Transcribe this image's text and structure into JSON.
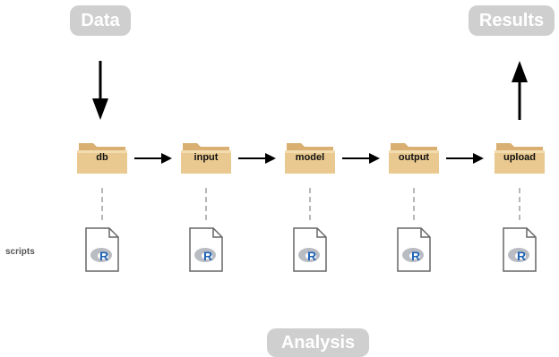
{
  "sources": {
    "data_label": "Data",
    "results_label": "Results"
  },
  "analysis_label": "Analysis",
  "scripts_label": "scripts",
  "folders": [
    {
      "label": "db"
    },
    {
      "label": "input"
    },
    {
      "label": "model"
    },
    {
      "label": "output"
    },
    {
      "label": "upload"
    }
  ],
  "script_icon_letter": "R",
  "colors": {
    "pill_bg": "#cfcfcf",
    "folder_front": "#e9c98f",
    "folder_back": "#d9b071",
    "r_blue": "#1f63b5"
  }
}
